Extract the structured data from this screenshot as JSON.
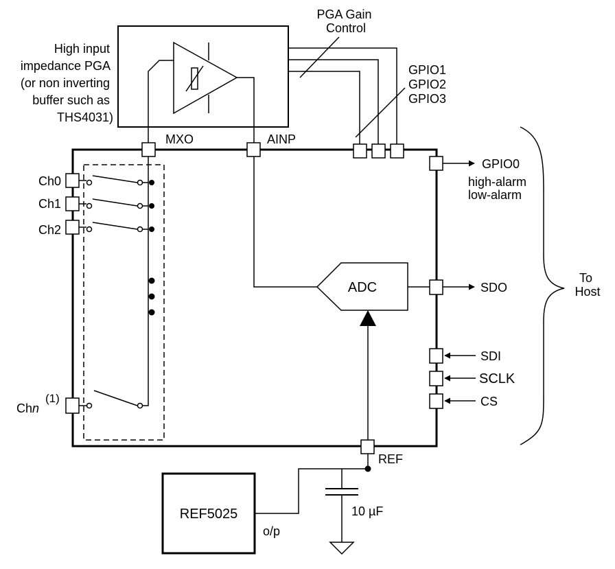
{
  "pga": {
    "description_lines": [
      "High input",
      "impedance PGA",
      "(or non inverting",
      "buffer such as",
      "THS4031)"
    ],
    "gain_control_lines": [
      "PGA Gain",
      "Control"
    ]
  },
  "pins": {
    "mxo": "MXO",
    "ainp": "AINP",
    "gpio_top": [
      "GPIO1",
      "GPIO2",
      "GPIO3"
    ],
    "gpio0": "GPIO0",
    "gpio0_functions": [
      "high-alarm",
      "low-alarm"
    ],
    "sdo": "SDO",
    "sdi": "SDI",
    "sclk": "SCLK",
    "cs": "CS",
    "ref": "REF"
  },
  "channels": {
    "ch0": "Ch0",
    "ch1": "Ch1",
    "ch2": "Ch2",
    "chn_prefix": "Ch",
    "chn_italic": "n",
    "chn_footnote": "(1)"
  },
  "adc": {
    "label": "ADC"
  },
  "host": {
    "lines": [
      "To",
      "Host"
    ]
  },
  "reference": {
    "chip": "REF5025",
    "output": "o/p",
    "capacitor": "10 µF"
  },
  "colors": {
    "ink": "#000000",
    "background": "#ffffff"
  }
}
